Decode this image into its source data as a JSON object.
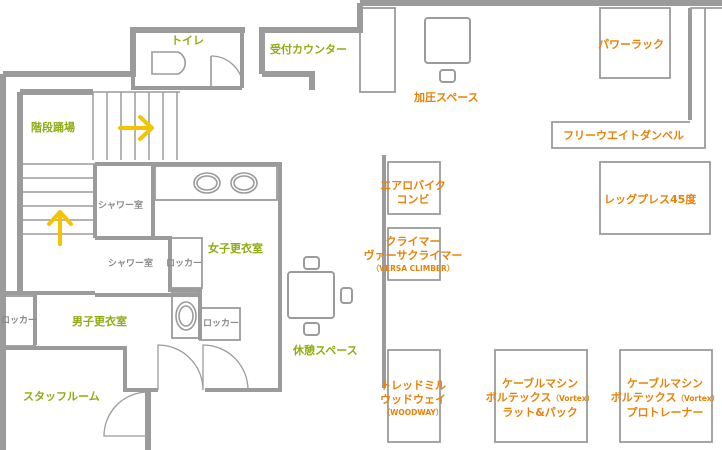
{
  "rooms": {
    "toilet": "トイレ",
    "reception": "受付カウンター",
    "stairs": "階段踊場",
    "womens_locker": "女子更衣室",
    "mens_locker": "男子更衣室",
    "staff_room": "スタッフルーム",
    "shower_1": "シャワー室",
    "shower_2": "シャワー室",
    "locker_1": "ロッカー",
    "locker_2": "ロッカー",
    "locker_3": "ロッカー",
    "rest_space": "休憩スペース"
  },
  "equipment": {
    "pressurized_space": "加圧スペース",
    "power_rack": "パワーラック",
    "free_weight": "フリーウエイトダンベル",
    "leg_press": "レッグプレス45度",
    "aerobike_1": "エアロバイク",
    "aerobike_2": "コンビ",
    "climber_1": "クライマー",
    "climber_2": "ヴァーサクライマー",
    "climber_3": "（VERSA CLIMBER）",
    "treadmill_1": "トレッドミル",
    "treadmill_2": "ウッドウェイ",
    "treadmill_3": "（WOODWAY）",
    "cable_a_1": "ケーブルマシン",
    "cable_a_2": "ボルテックス",
    "cable_a_3": "（Vortex）",
    "cable_a_4": "ラット&パック",
    "cable_b_1": "ケーブルマシン",
    "cable_b_2": "ボルテックス",
    "cable_b_3": "（Vortex）",
    "cable_b_4": "プロトレーナー"
  },
  "colors": {
    "wall": "#9b9b9b",
    "room_label": "#8dad10",
    "equipment_label": "#e98208",
    "arrow": "#f5c400"
  }
}
